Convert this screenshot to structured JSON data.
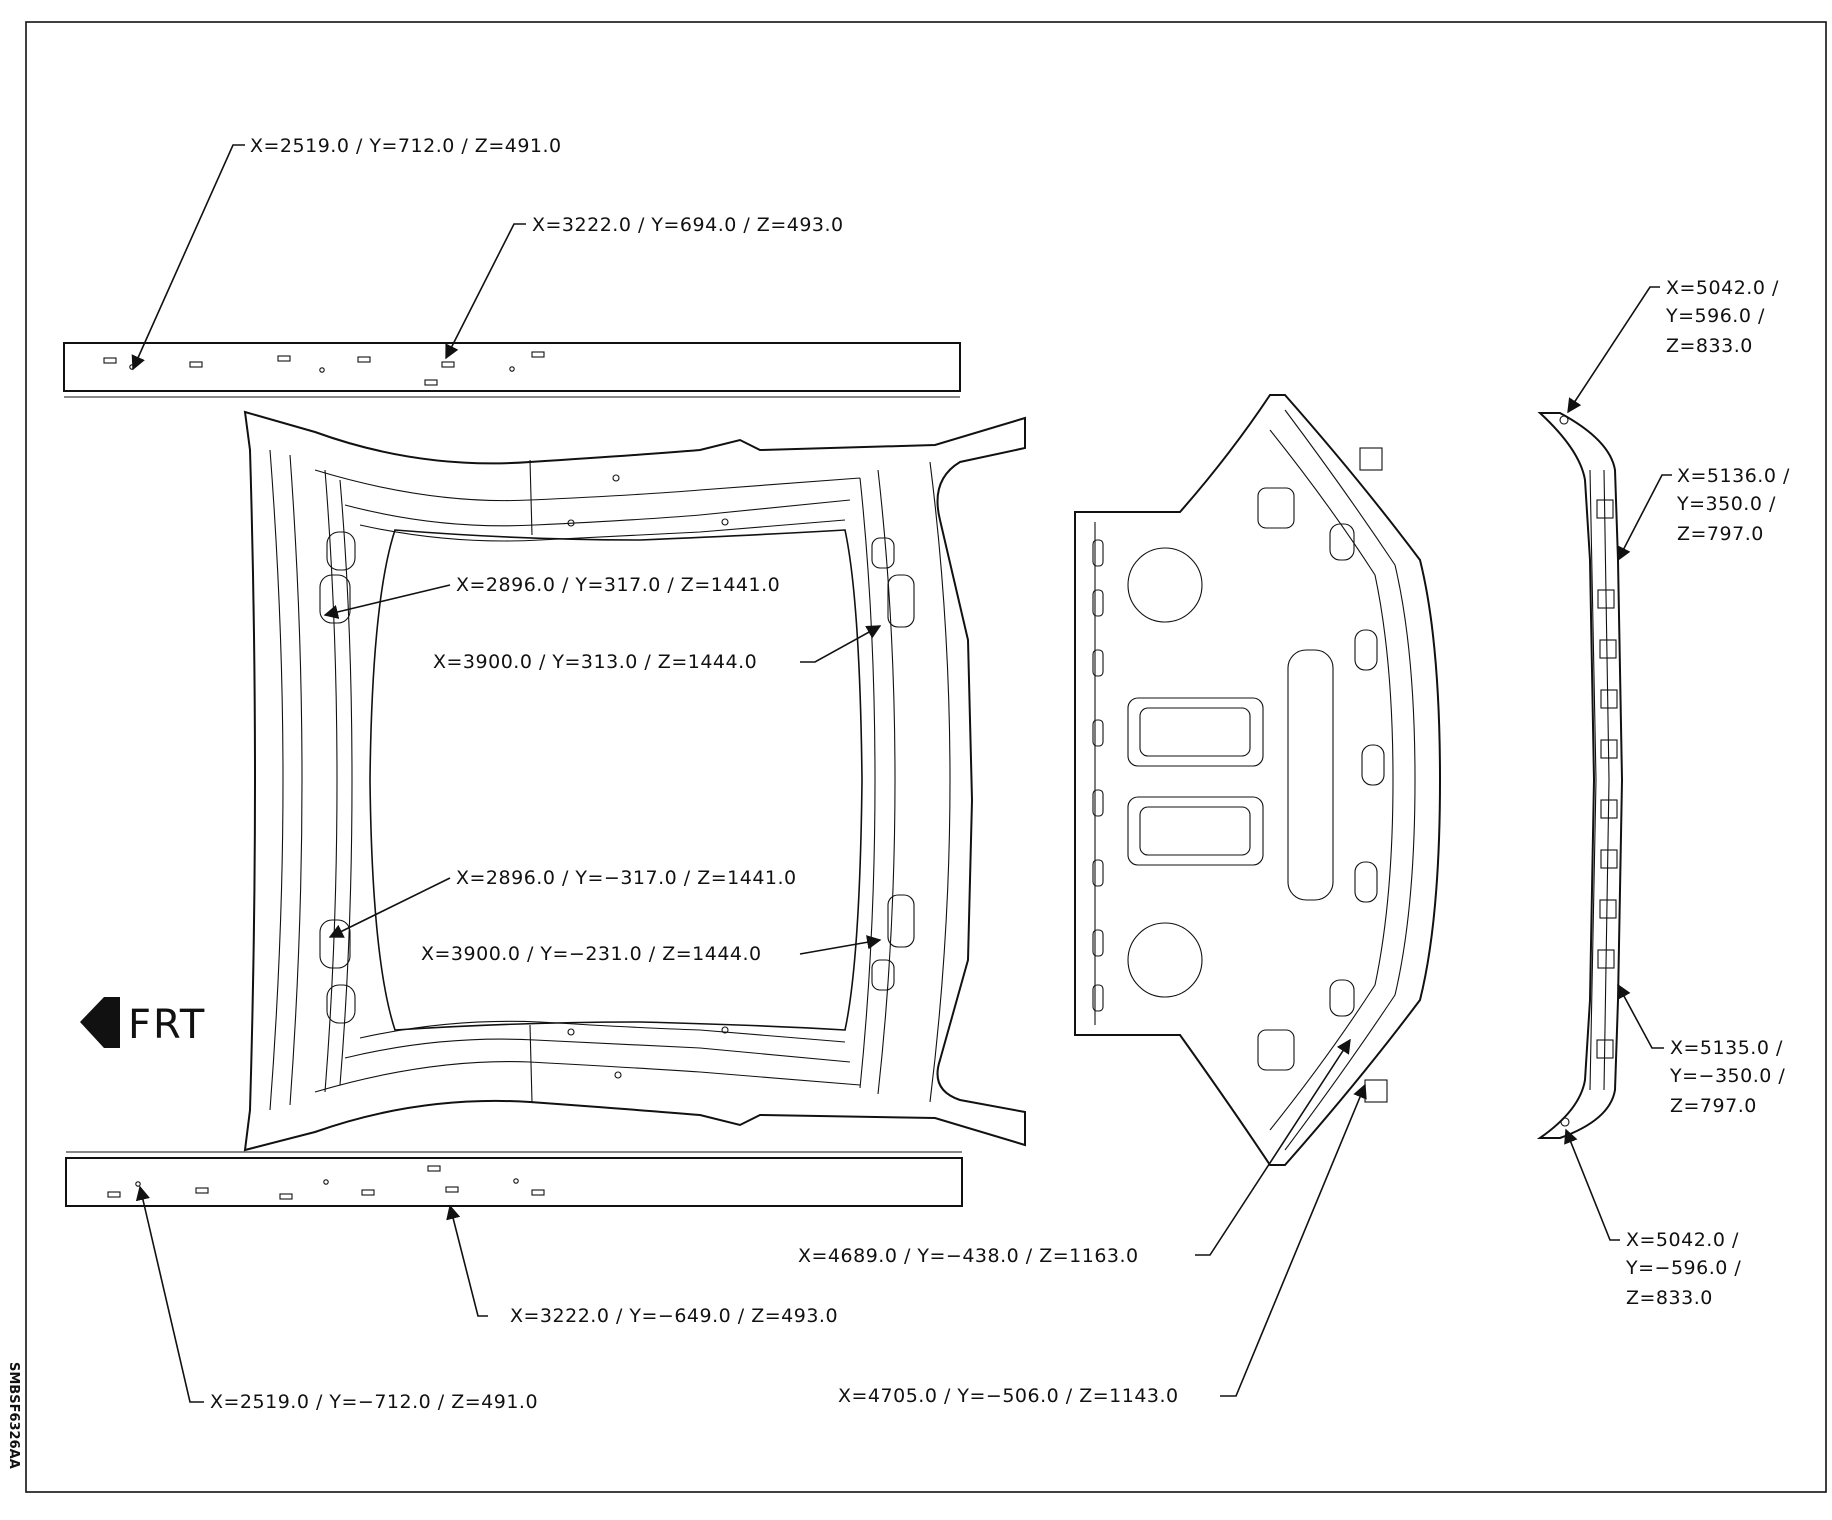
{
  "orientation": {
    "label": "FRT"
  },
  "figure_code": "SMBSF6326AA",
  "callouts": {
    "c1": "X=2519.0 / Y=712.0 / Z=491.0",
    "c2": "X=3222.0 / Y=694.0 / Z=493.0",
    "c3": "X=2896.0 / Y=317.0 / Z=1441.0",
    "c4": "X=3900.0 / Y=313.0 / Z=1444.0",
    "c5": "X=2896.0 / Y=−317.0 / Z=1441.0",
    "c6": "X=3900.0 / Y=−231.0 / Z=1444.0",
    "c7": "X=3222.0 / Y=−649.0 / Z=493.0",
    "c8": "X=2519.0 / Y=−712.0 / Z=491.0",
    "c9": "X=4689.0 / Y=−438.0 / Z=1163.0",
    "c10": "X=4705.0 / Y=−506.0 / Z=1143.0",
    "c11": [
      "X=5042.0 /",
      "Y=596.0 /",
      "Z=833.0"
    ],
    "c12": [
      "X=5136.0 /",
      "Y=350.0 /",
      "Z=797.0"
    ],
    "c13": [
      "X=5135.0 /",
      "Y=−350.0 /",
      "Z=797.0"
    ],
    "c14": [
      "X=5042.0 /",
      "Y=−596.0 /",
      "Z=833.0"
    ]
  }
}
